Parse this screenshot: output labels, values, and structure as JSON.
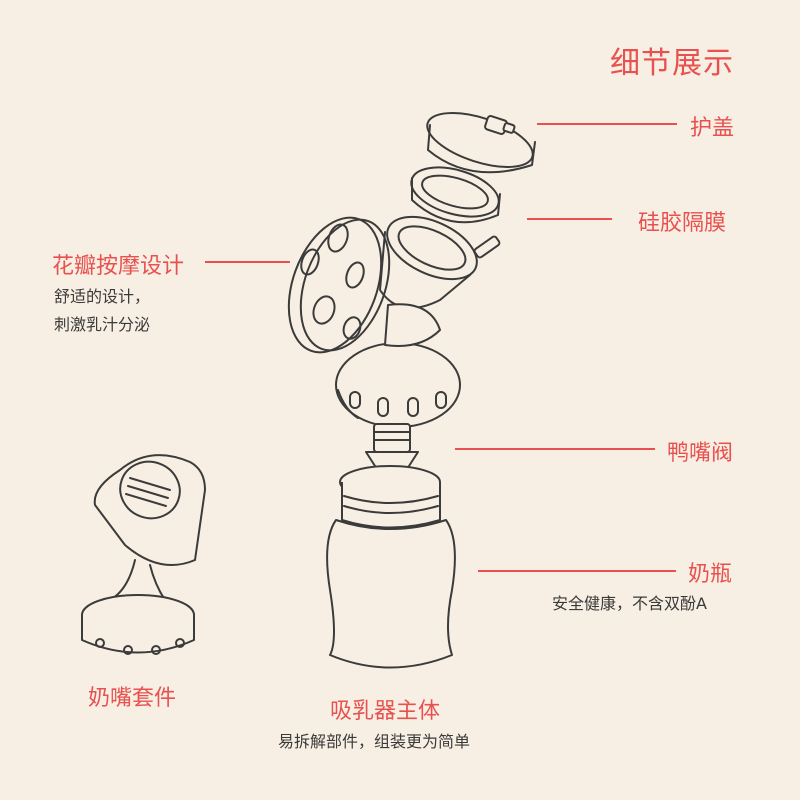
{
  "page": {
    "title": "细节展示"
  },
  "parts": {
    "cap": {
      "label": "护盖"
    },
    "diaphragm": {
      "label": "硅胶隔膜"
    },
    "petal": {
      "label": "花瓣按摩设计",
      "desc_line1": "舒适的设计，",
      "desc_line2": "刺激乳汁分泌"
    },
    "duckbill": {
      "label": "鸭嘴阀"
    },
    "bottle": {
      "label": "奶瓶",
      "desc": "安全健康，不含双酚A"
    },
    "nipple": {
      "label": "奶嘴套件"
    },
    "main_body": {
      "label": "吸乳器主体",
      "desc": "易拆解部件，组装更为简单"
    }
  },
  "colors": {
    "accent": "#e8514f",
    "background": "#f7efe3",
    "line_art": "#3b3b3b"
  }
}
